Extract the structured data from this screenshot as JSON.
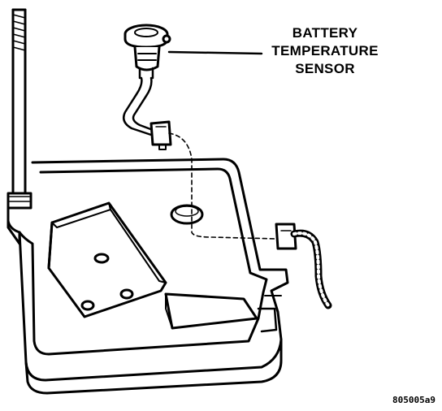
{
  "callout": {
    "lines": [
      "BATTERY",
      "TEMPERATURE",
      "SENSOR"
    ]
  },
  "figure_code": "805005a9",
  "colors": {
    "ink": "#000000",
    "paper": "#ffffff"
  }
}
